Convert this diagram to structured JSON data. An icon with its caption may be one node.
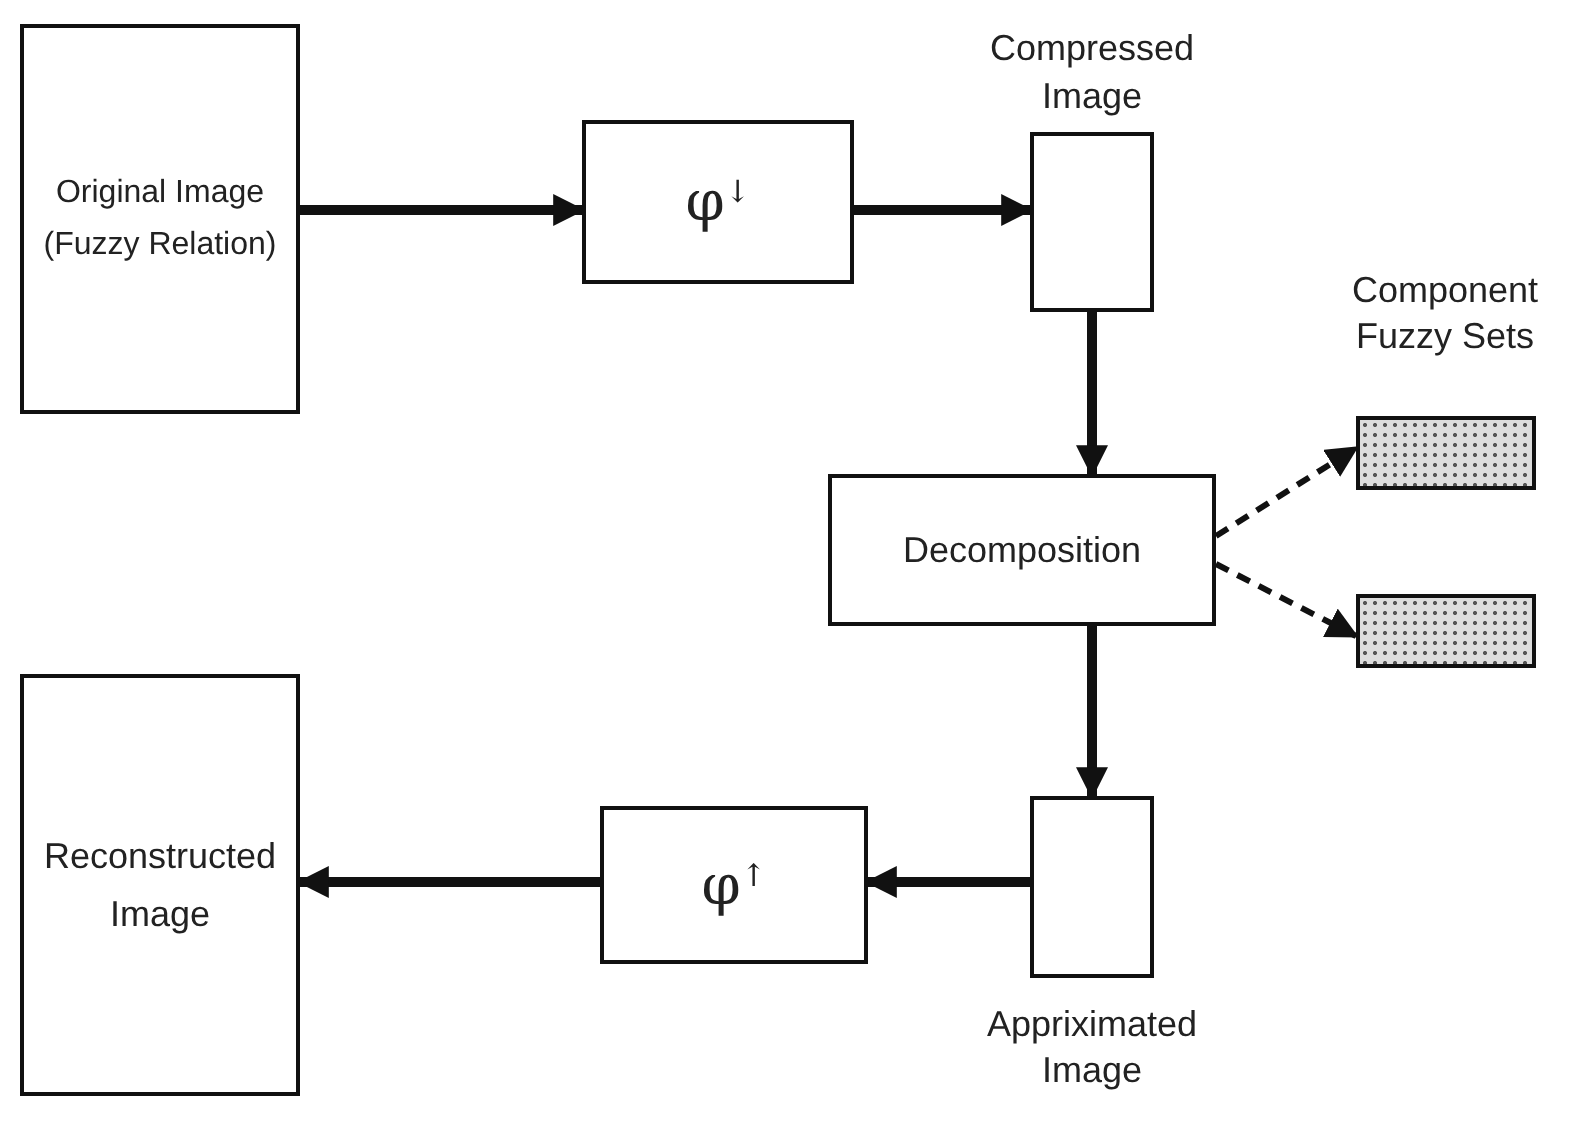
{
  "diagram": {
    "nodes": [
      {
        "text": [
          "Original Image (Fuzzy Relation)"
        ]
      },
      {
        "text": [
          "φ$^{↓}$"
        ]
      },
      {
        "text": [
          "Compressed Image"
        ]
      },
      {
        "text": [
          "Decomposition"
        ]
      },
      {
        "text": [],
        "shape": "bar"
      },
      {
        "text": [],
        "shape": "bar"
      },
      {
        "text": [
          "Appriximated Image"
        ]
      },
      {
        "text": [
          "φ$^{↑}$"
        ]
      },
      {
        "text": [
          "Reconstructed Image"
        ]
      }
    ],
    "edges": [
      {
        "from": 0,
        "to": 1,
        "arrow": "to"
      },
      {
        "from": 1,
        "to": 2,
        "arrow": "to"
      },
      {
        "from": 2,
        "to": 3,
        "arrow": "to"
      },
      {
        "from": 3,
        "to": 4,
        "arrow": "to",
        "style": "dashed"
      },
      {
        "from": 3,
        "to": 5,
        "arrow": "to",
        "style": "dashed"
      },
      {
        "from": 3,
        "to": 6,
        "arrow": "to"
      },
      {
        "from": 6,
        "to": 7,
        "arrow": "to"
      },
      {
        "from": 7,
        "to": 8,
        "arrow": "to"
      }
    ],
    "labels": [
      "Component Fuzzy Sets"
    ]
  }
}
